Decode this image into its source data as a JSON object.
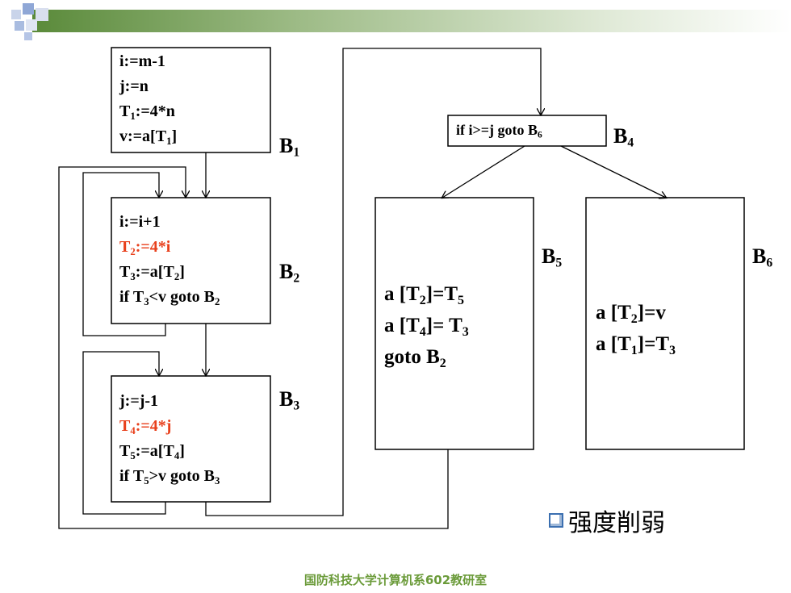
{
  "blocks": {
    "b1": {
      "label": "B",
      "sub": "1",
      "lines": [
        {
          "parts": [
            "i:=m-1"
          ]
        },
        {
          "parts": [
            "j:=n"
          ]
        },
        {
          "parts": [
            "T",
            "1",
            ":=4*n"
          ]
        },
        {
          "parts": [
            "v:=a[T",
            "1",
            "]"
          ]
        }
      ]
    },
    "b2": {
      "label": "B",
      "sub": "2",
      "lines": [
        {
          "parts": [
            "i:=i+1"
          ]
        },
        {
          "parts": [
            "T",
            "2",
            ":=4*i"
          ],
          "highlight": true
        },
        {
          "parts": [
            "T",
            "3",
            ":=a[T",
            "2",
            "]"
          ]
        },
        {
          "parts": [
            "if T",
            "3",
            "<v goto B",
            "2",
            ""
          ]
        }
      ]
    },
    "b3": {
      "label": "B",
      "sub": "3",
      "lines": [
        {
          "parts": [
            "j:=j-1"
          ]
        },
        {
          "parts": [
            "T",
            "4",
            ":=4*j"
          ],
          "highlight": true
        },
        {
          "parts": [
            "T",
            "5",
            ":=a[T",
            "4",
            "]"
          ]
        },
        {
          "parts": [
            "if T",
            "5",
            ">v goto B",
            "3",
            ""
          ]
        }
      ]
    },
    "b4": {
      "label": "B",
      "sub": "4",
      "lines": [
        {
          "parts": [
            "if i>=j goto B",
            "6",
            ""
          ]
        }
      ]
    },
    "b5": {
      "label": "B",
      "sub": "5",
      "lines": [
        {
          "parts": [
            "a [T",
            "2",
            "]=T",
            "5",
            ""
          ]
        },
        {
          "parts": [
            "a [T",
            "4",
            "]= T",
            "3",
            ""
          ]
        },
        {
          "parts": [
            "goto B",
            "2",
            ""
          ]
        }
      ]
    },
    "b6": {
      "label": "B",
      "sub": "6",
      "lines": [
        {
          "parts": [
            "a [T",
            "2",
            "]=v"
          ]
        },
        {
          "parts": [
            "a [T",
            "1",
            "]=T",
            "3",
            ""
          ]
        }
      ]
    }
  },
  "bullet_text": "强度削弱",
  "footer": "国防科技大学计算机系602教研室",
  "colors": {
    "highlight": "#e8401c",
    "footer": "#6b9b3a",
    "header_bar": "#5a8a3a"
  }
}
